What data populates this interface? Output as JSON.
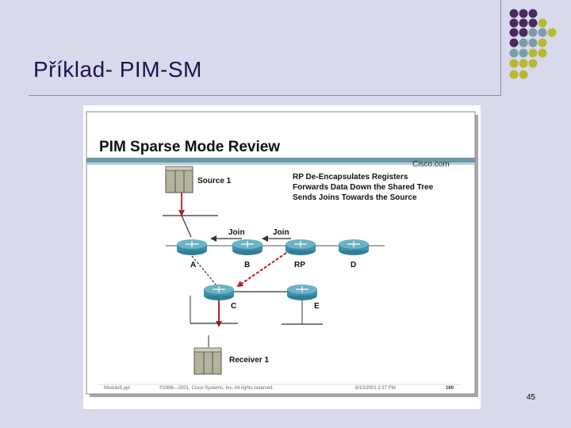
{
  "page": {
    "title": "Příklad- PIM-SM",
    "page_number": "45"
  },
  "figure": {
    "title": "PIM Sparse Mode Review",
    "brand": "Cisco.com",
    "notes": [
      "RP De-Encapsulates Registers",
      "Forwards Data Down the Shared Tree",
      "Sends Joins Towards the Source"
    ],
    "source_label": "Source 1",
    "receiver_label": "Receiver 1",
    "join_labels": [
      "Join",
      "Join"
    ],
    "routers": [
      "A",
      "B",
      "RP",
      "D",
      "C",
      "E"
    ],
    "footer": {
      "left": "Module5.ppt",
      "center": "©1998—2001, Cisco Systems, Inc. All rights reserved.",
      "date": "8/10/2001 2:37 PM",
      "number": "160"
    }
  },
  "colors": {
    "title": "#1b1550",
    "background": "#d9d9ec",
    "dot_purple": "#4a2a5e",
    "dot_teal": "#7a9ea6",
    "dot_olive": "#b8b832",
    "arrow_red": "#b22222",
    "router_teal": "#3e8fa8"
  }
}
